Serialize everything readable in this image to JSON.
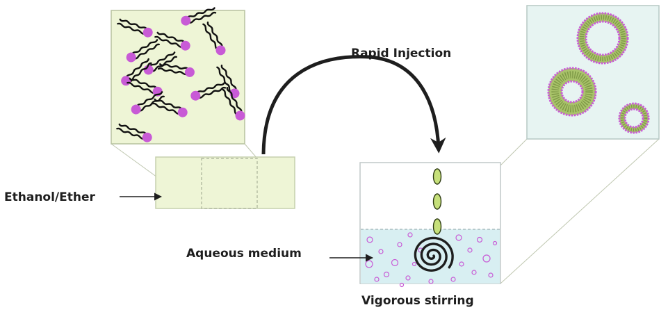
{
  "labels": {
    "rapid_injection": "Rapid Injection",
    "ethanol_ether": "Ethanol/Ether",
    "aqueous_medium": "Aqueous medium",
    "vigorous_stirring": "Vigorous stirring"
  },
  "colors": {
    "lipid_head": "#c85ad6",
    "ethanol_fill": "#eef5d6",
    "zoom_fill": "#eef5d6",
    "aqueous_fill": "#d8eff2",
    "liposome_fill": "#e7f4f2",
    "bilayer_green": "#a9c36a",
    "droplet": "#c6e07a"
  }
}
